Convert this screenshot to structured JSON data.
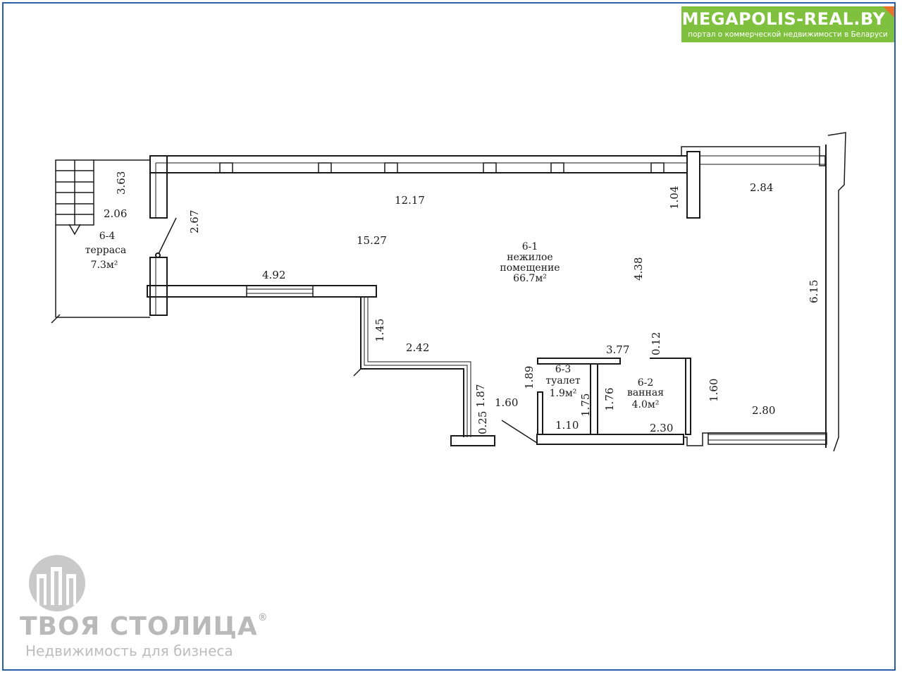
{
  "brand": {
    "site_name": "MEGAPOLIS-REAL.BY",
    "site_tagline": "портал о коммерческой недвижимости в Беларуси",
    "site_color": "#7fc03e",
    "corner_color": "#e8742a"
  },
  "watermark": {
    "name": "ТВОЯ СТОЛИЦА",
    "registered_mark": "®",
    "tagline": "Недвижимость для бизнеса"
  },
  "rooms": {
    "main": {
      "id": "6-1",
      "name_line1": "нежилое",
      "name_line2": "помещение",
      "area": "66.7м²"
    },
    "bath": {
      "id": "6-2",
      "name": "ванная",
      "area": "4.0м²"
    },
    "toilet": {
      "id": "6-3",
      "name": "туалет",
      "area": "1.9м²"
    },
    "terrace": {
      "id": "6-4",
      "name": "терраса",
      "area": "7.3м²"
    }
  },
  "dimensions": {
    "d_12_17": "12.17",
    "d_15_27": "15.27",
    "d_4_92": "4.92",
    "d_2_84": "2.84",
    "d_1_04": "1.04",
    "d_4_38": "4.38",
    "d_6_15": "6.15",
    "d_3_63": "3.63",
    "d_2_06": "2.06",
    "d_2_67": "2.67",
    "d_1_45": "1.45",
    "d_2_42": "2.42",
    "d_1_87": "1.87",
    "d_0_25": "0.25",
    "d_1_60a": "1.60",
    "d_1_89": "1.89",
    "d_1_75": "1.75",
    "d_1_10": "1.10",
    "d_3_77": "3.77",
    "d_0_12": "0.12",
    "d_1_76": "1.76",
    "d_2_30": "2.30",
    "d_1_60b": "1.60",
    "d_2_80": "2.80"
  }
}
